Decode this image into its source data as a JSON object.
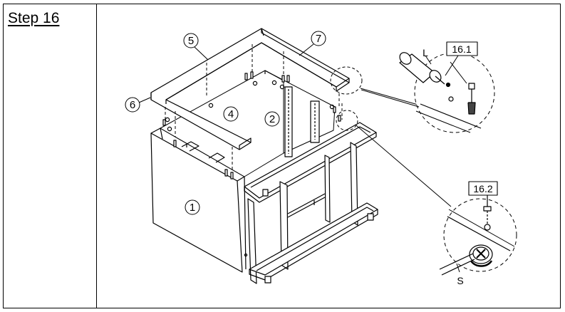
{
  "step": {
    "title": "Step 16"
  },
  "parts": {
    "p1": "1",
    "p2": "2",
    "p4": "4",
    "p5": "5",
    "p6": "6",
    "p7": "7"
  },
  "details": {
    "d1": {
      "label": "16.1",
      "letter": "L"
    },
    "d2": {
      "label": "16.2",
      "letter": "S"
    }
  }
}
